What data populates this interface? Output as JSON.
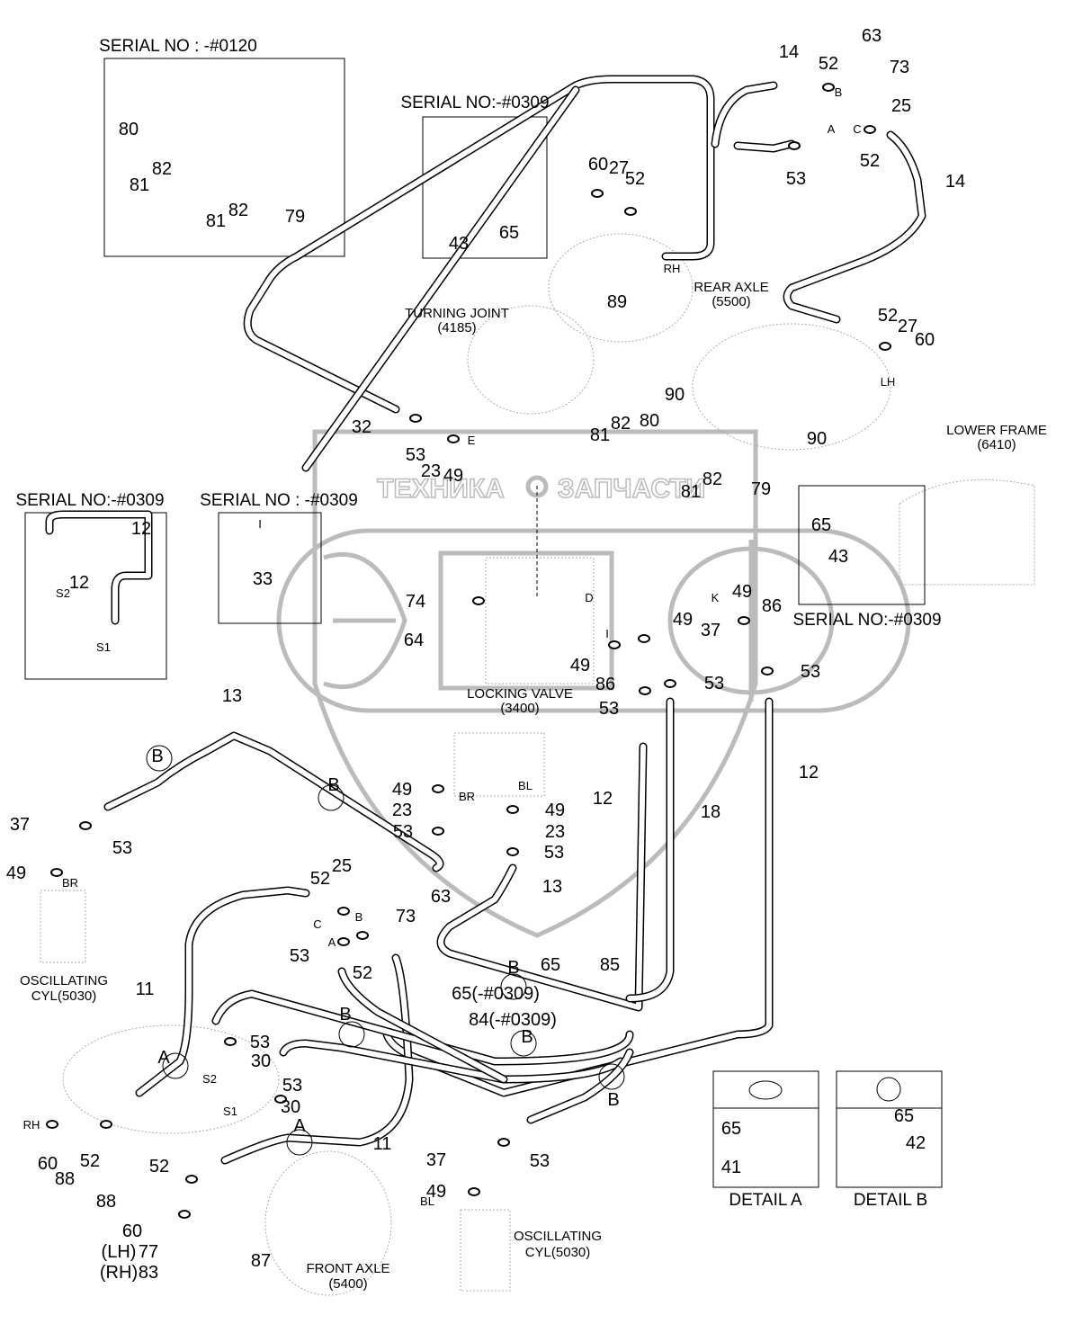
{
  "watermark": {
    "left_word": "ТЕХНИКА",
    "right_word": "ЗАПЧАСТИ",
    "logo_letters": "ЭПФ"
  },
  "labels": [
    "SERIAL NO : -#0120",
    "80",
    "81",
    "82",
    "81",
    "82",
    "79",
    "SERIAL NO:-#0309",
    "43",
    "65",
    "14",
    "52",
    "63",
    "73",
    "25",
    "B",
    "A",
    "C",
    "53",
    "52",
    "14",
    "60",
    "27",
    "52",
    "RH",
    "89",
    "REAR AXLE",
    "(5500)",
    "TURNING JOINT",
    "(4185)",
    "52",
    "27",
    "60",
    "LH",
    "90",
    "81",
    "82",
    "80",
    "90",
    "82",
    "81",
    "79",
    "32",
    "53",
    "23",
    "49",
    "E",
    "LOWER FRAME",
    "(6410)",
    "SERIAL NO:-#0309",
    "12",
    "12",
    "S2",
    "S1",
    "SERIAL NO : -#0309",
    "I",
    "33",
    "65",
    "43",
    "SERIAL NO:-#0309",
    "74",
    "64",
    "D",
    "K",
    "49",
    "86",
    "49",
    "37",
    "I",
    "49",
    "86",
    "53",
    "53",
    "53",
    "LOCKING VALVE",
    "(3400)",
    "13",
    "B",
    "B",
    "12",
    "12",
    "18",
    "49",
    "23",
    "53",
    "BR",
    "BL",
    "49",
    "23",
    "53",
    "13",
    "37",
    "53",
    "49",
    "BR",
    "25",
    "52",
    "63",
    "73",
    "C",
    "B",
    "53",
    "A",
    "52",
    "65",
    "85",
    "B",
    "65(-#0309)",
    "84(-#0309)",
    "B",
    "B",
    "B",
    "OSCILLATING",
    "CYL(5030)",
    "11",
    "A",
    "53",
    "30",
    "S2",
    "53",
    "30",
    "S1",
    "A",
    "11",
    "RH",
    "60",
    "88",
    "52",
    "52",
    "88",
    "60",
    "37",
    "53",
    "49",
    "BL",
    "OSCILLATING",
    "CYL(5030)",
    "(LH)",
    "77",
    "(RH)",
    "83",
    "87",
    "FRONT AXLE",
    "(5400)",
    "DETAIL A",
    "65",
    "41",
    "DETAIL B",
    "65",
    "42"
  ]
}
